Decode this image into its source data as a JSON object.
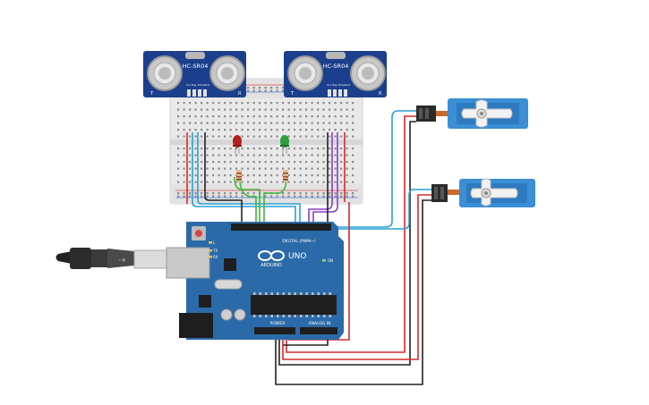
{
  "sensors": [
    {
      "model": "HC-SR04",
      "pin_vcc": "Vcc",
      "pin_trig": "Trig",
      "pin_echo": "Echo",
      "pin_gnd": "Gnd",
      "mark_t": "T",
      "mark_r": "R"
    },
    {
      "model": "HC-SR04",
      "pin_vcc": "Vcc",
      "pin_trig": "Trig",
      "pin_echo": "Echo",
      "pin_gnd": "Gnd",
      "mark_t": "T",
      "mark_r": "R"
    }
  ],
  "arduino": {
    "brand": "ARDUINO",
    "model": "UNO",
    "digital_label": "DIGITAL (PWM~)",
    "power_label": "POWER",
    "analog_label": "ANALOG IN",
    "on_label": "ON",
    "tx_label": "TX",
    "rx_label": "RX",
    "l_label": "L"
  },
  "colors": {
    "board_blue": "#2b6aa8",
    "sensor_blue": "#1b3f8c",
    "servo_blue": "#3a8fd6",
    "wire_red": "#d62a2a",
    "wire_black": "#222222",
    "wire_cyan": "#2a9fd6",
    "wire_purple": "#8a3fc7",
    "wire_green": "#3fb83f",
    "led_red": "#b22222",
    "led_green": "#2e9e3e"
  },
  "icons": {
    "usb_plug": "usb-plug-icon",
    "arduino_logo": "infinity-logo-icon"
  }
}
